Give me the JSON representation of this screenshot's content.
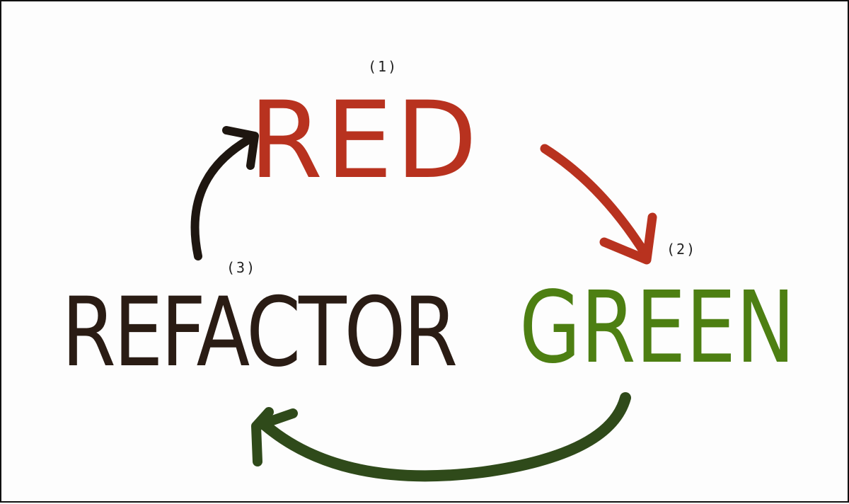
{
  "diagram": {
    "steps": [
      {
        "number": "(1)",
        "label": "RED",
        "color": "#b8321f"
      },
      {
        "number": "(2)",
        "label": "GREEN",
        "color": "#4d7f12"
      },
      {
        "number": "(3)",
        "label": "REFACTOR",
        "color": "#2a1c14"
      }
    ],
    "arrows": [
      {
        "from": "RED",
        "to": "GREEN",
        "color": "#b8321f"
      },
      {
        "from": "GREEN",
        "to": "REFACTOR",
        "color": "#2f4a1a"
      },
      {
        "from": "REFACTOR",
        "to": "RED",
        "color": "#1e1610"
      }
    ]
  }
}
